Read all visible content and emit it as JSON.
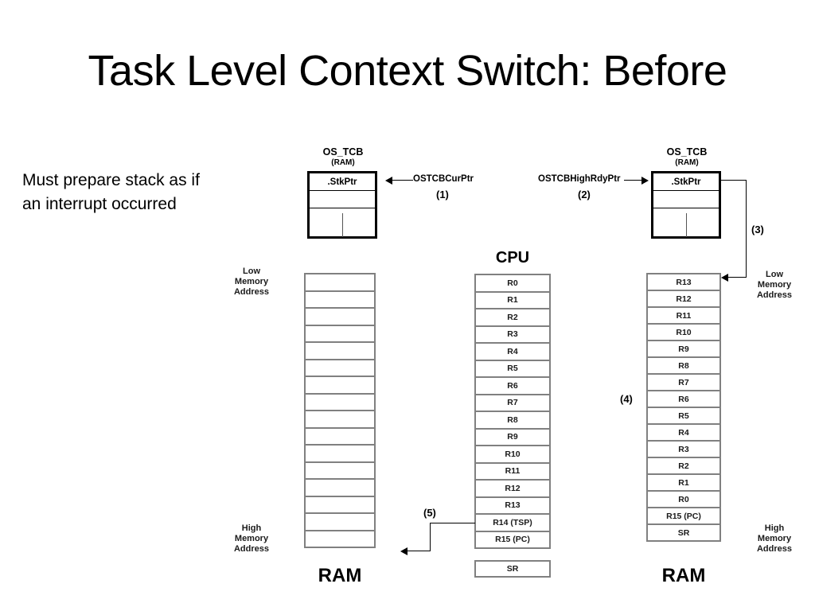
{
  "slide": {
    "title": "Task Level Context Switch: Before",
    "note": "Must prepare stack as if an interrupt occurred"
  },
  "tcb_left": {
    "name": "OS_TCB",
    "location": "(RAM)",
    "rows": [
      ".StkPtr",
      "",
      ""
    ],
    "pointer_label": "OSTCBCurPtr",
    "step": "(1)"
  },
  "tcb_right": {
    "name": "OS_TCB",
    "location": "(RAM)",
    "rows": [
      ".StkPtr",
      "",
      ""
    ],
    "pointer_label": "OSTCBHighRdyPtr",
    "step": "(2)",
    "link_step": "(3)"
  },
  "ram_left": {
    "title": "RAM",
    "top_label": "Low\nMemory\nAddress",
    "bottom_label": "High\nMemory\nAddress",
    "cells": [
      "",
      "",
      "",
      "",
      "",
      "",
      "",
      "",
      "",
      "",
      "",
      "",
      "",
      "",
      "",
      ""
    ],
    "step": "(5)"
  },
  "cpu": {
    "title": "CPU",
    "registers": [
      "R0",
      "R1",
      "R2",
      "R3",
      "R4",
      "R5",
      "R6",
      "R7",
      "R8",
      "R9",
      "R10",
      "R11",
      "R12",
      "R13",
      "R14 (TSP)",
      "R15 (PC)"
    ],
    "status_register": "SR"
  },
  "ram_right": {
    "title": "RAM",
    "top_label": "Low\nMemory\nAddress",
    "bottom_label": "High\nMemory\nAddress",
    "step": "(4)",
    "cells": [
      "R13",
      "R12",
      "R11",
      "R10",
      "R9",
      "R8",
      "R7",
      "R6",
      "R5",
      "R4",
      "R3",
      "R2",
      "R1",
      "R0",
      "R15 (PC)",
      "SR"
    ]
  },
  "colors": {
    "background": "#ffffff",
    "text": "#000000",
    "cell_border": "#808080",
    "tcb_border": "#000000"
  }
}
